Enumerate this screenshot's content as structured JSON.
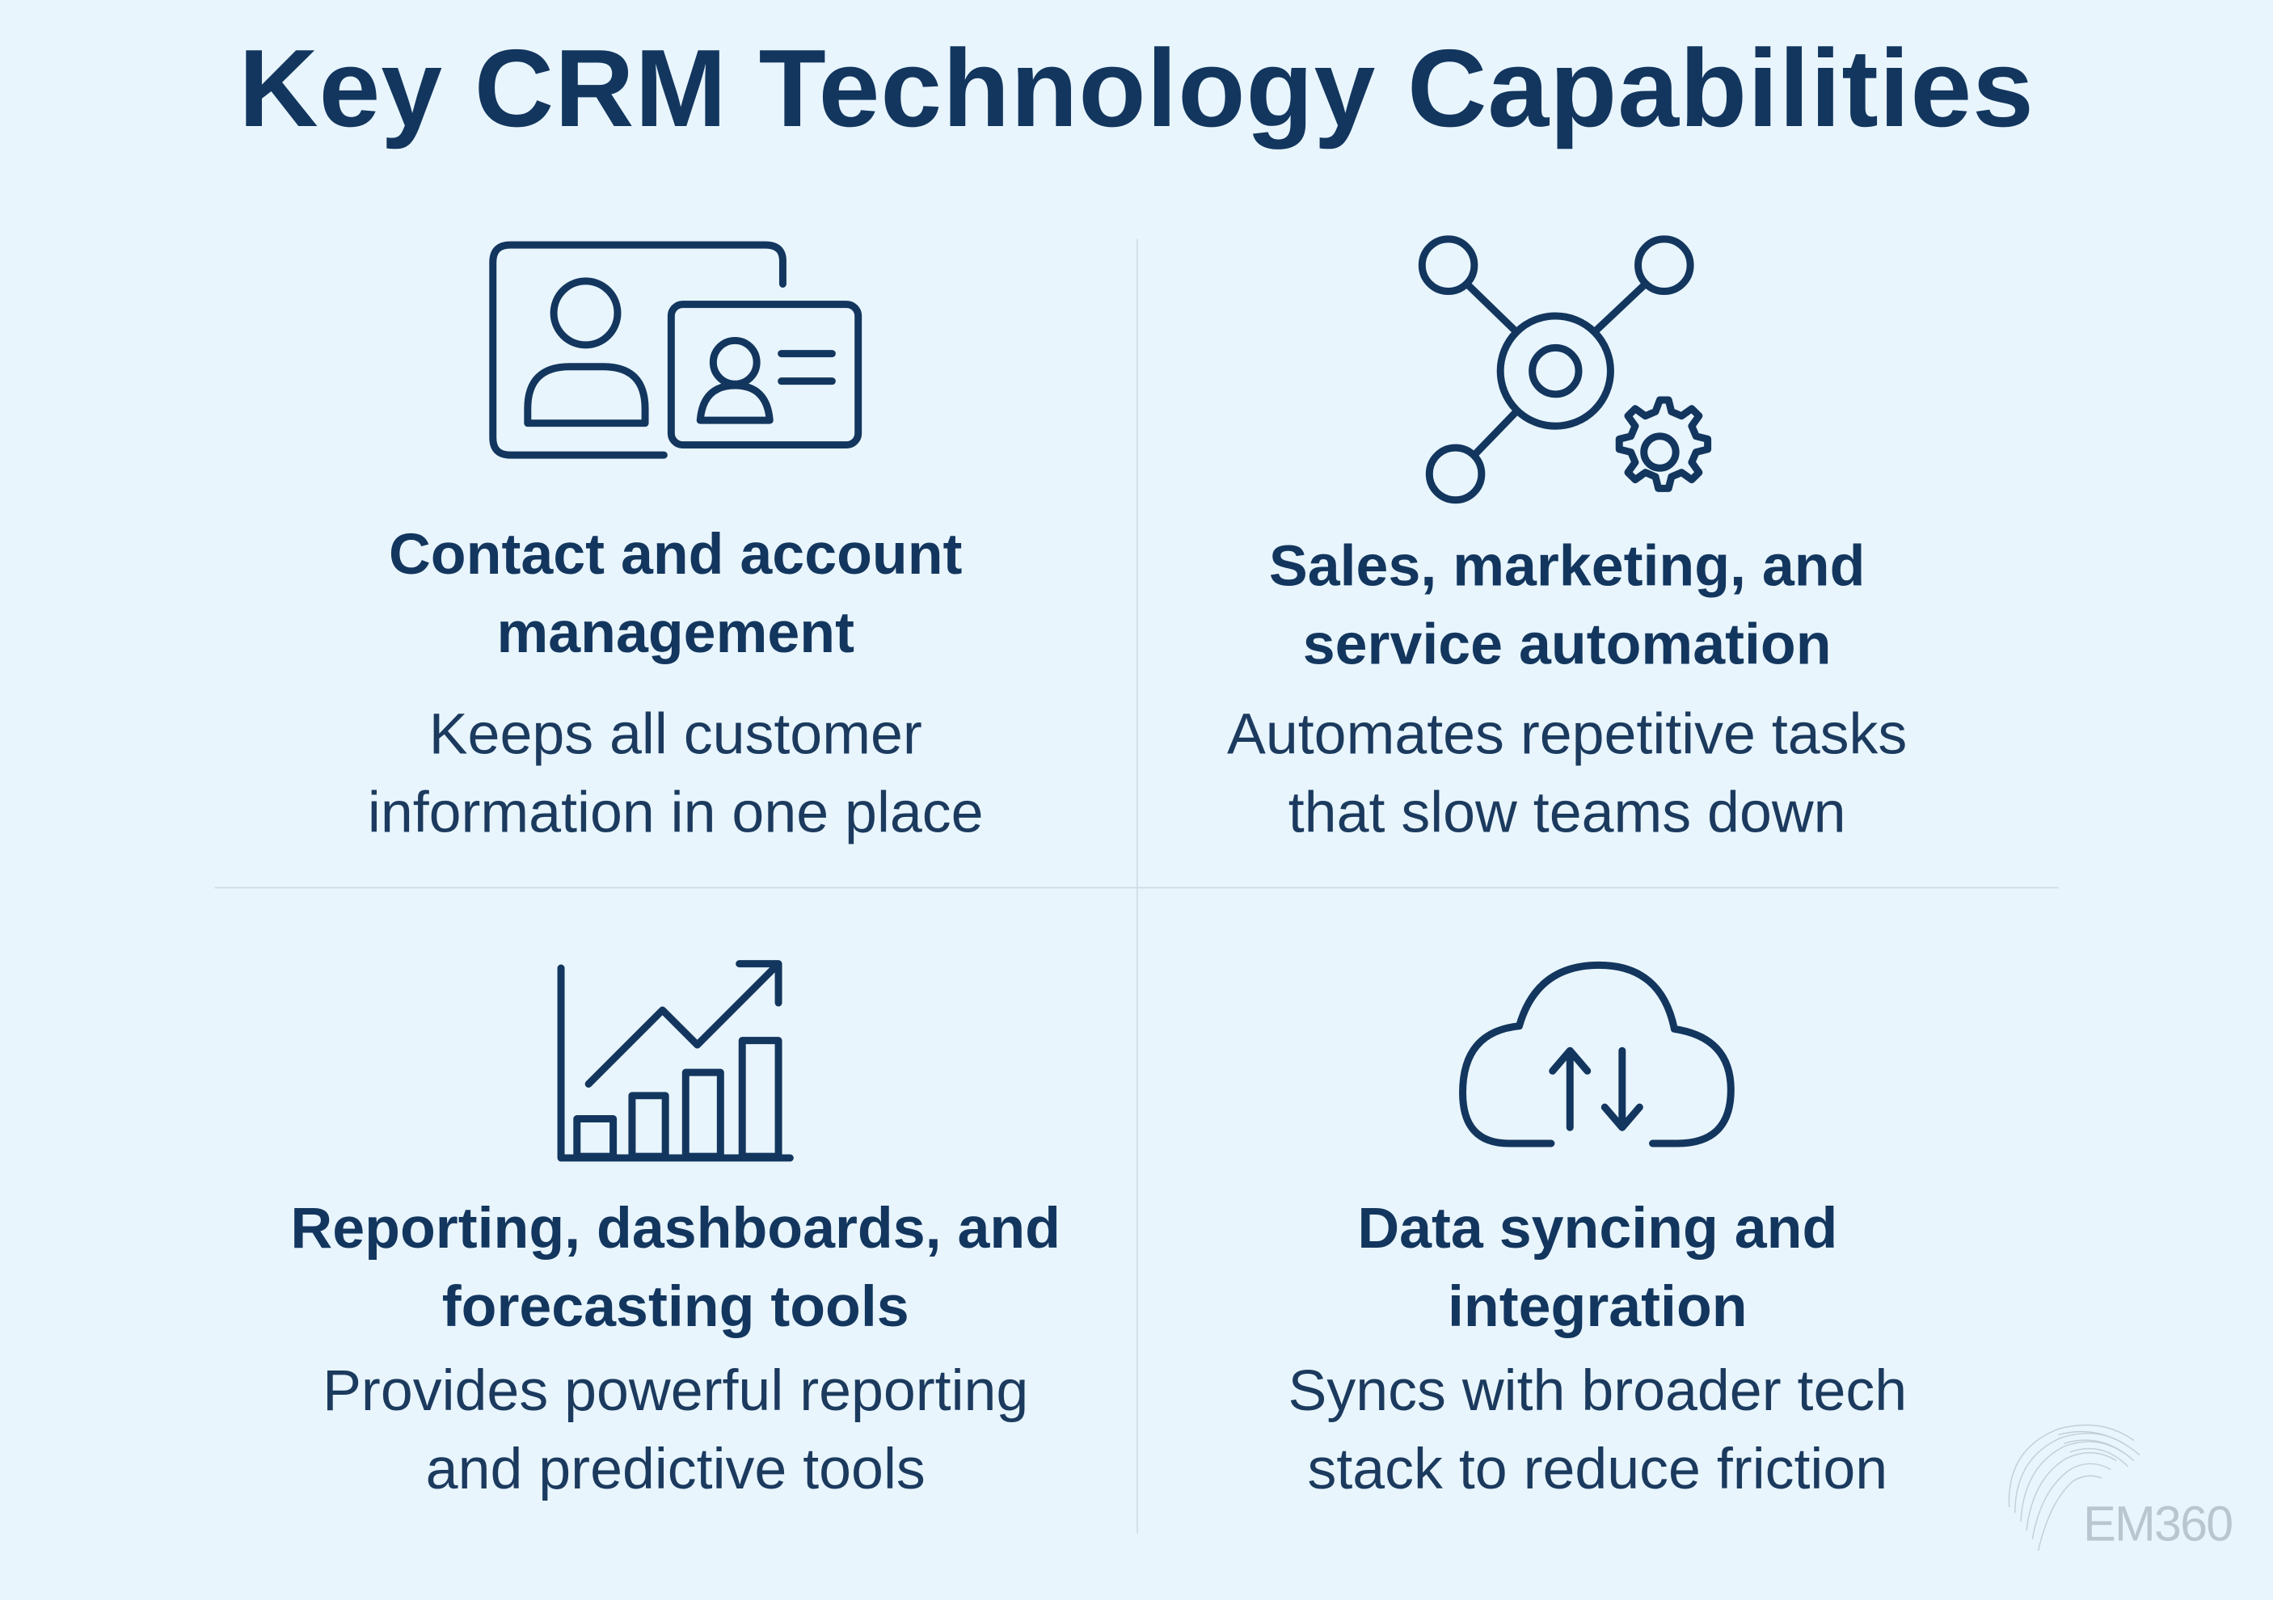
{
  "title": "Key CRM Technology Capabilities",
  "capabilities": [
    {
      "icon": "contact-card-icon",
      "heading": [
        "Contact and account",
        "management"
      ],
      "description": [
        "Keeps all customer",
        "information in one place"
      ]
    },
    {
      "icon": "network-gear-icon",
      "heading": [
        "Sales, marketing, and",
        "service automation"
      ],
      "description": [
        "Automates repetitive tasks",
        "that slow teams down"
      ]
    },
    {
      "icon": "growth-chart-icon",
      "heading": [
        "Reporting, dashboards, and",
        "forecasting tools"
      ],
      "description": [
        "Provides powerful reporting",
        "and predictive tools"
      ]
    },
    {
      "icon": "cloud-sync-icon",
      "heading": [
        "Data syncing and",
        "integration"
      ],
      "description": [
        "Syncs with broader tech",
        "stack to reduce friction"
      ]
    }
  ],
  "logo": {
    "text": "EM360"
  },
  "colors": {
    "background": "#e8f5fd",
    "navy": "#13365e",
    "divider": "#cfdde8",
    "logo": "#b9c6d0"
  }
}
